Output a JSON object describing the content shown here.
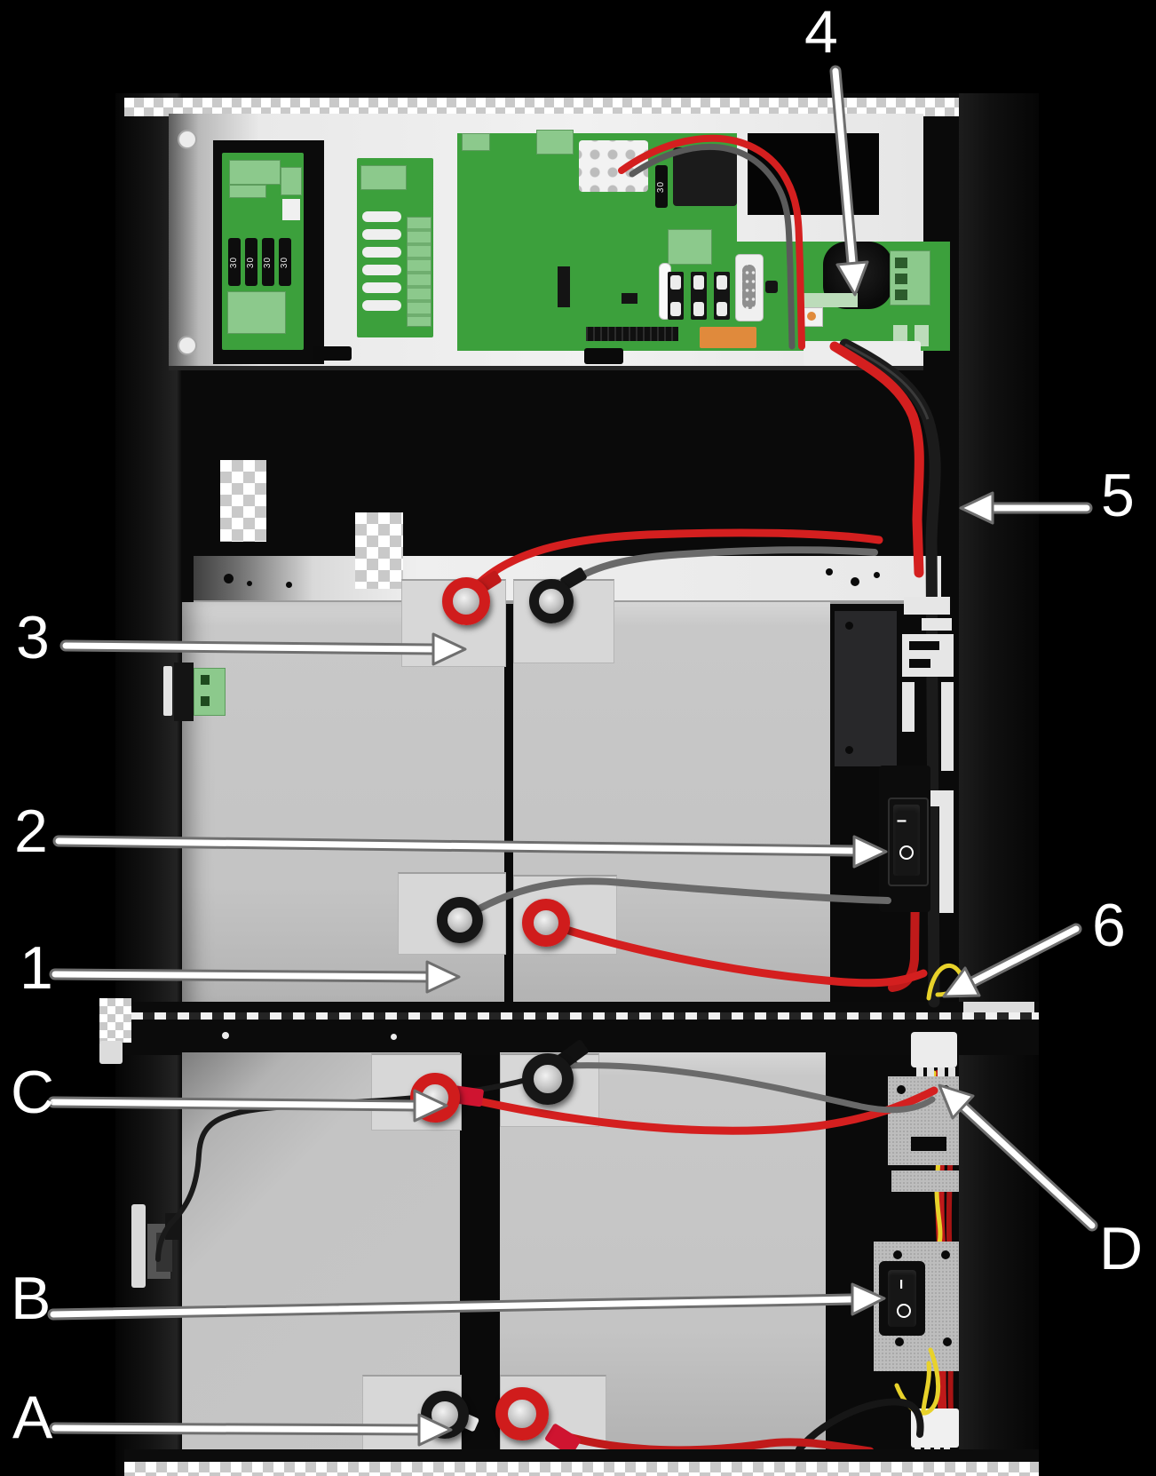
{
  "figure": {
    "kind": "equipment-cabinet-exploded-view",
    "description_visible_text_only": true
  },
  "callouts": [
    {
      "label": "1"
    },
    {
      "label": "2"
    },
    {
      "label": "3"
    },
    {
      "label": "4"
    },
    {
      "label": "5"
    },
    {
      "label": "6"
    },
    {
      "label": "A"
    },
    {
      "label": "B"
    },
    {
      "label": "C"
    },
    {
      "label": "D"
    }
  ],
  "pcb": {
    "fuse_labels": [
      "30",
      "30",
      "30",
      "30"
    ],
    "main_fuse_label": "30"
  },
  "switches": {
    "upper": {
      "top_mark": "I",
      "bottom_mark": "O"
    },
    "lower": {
      "top_mark": "I",
      "bottom_mark": "O"
    }
  },
  "colors": {
    "background": "#000000",
    "pcb_green": "#3ca03c",
    "terminal_block_green": "#8cc98c",
    "relay_orange": "#e08a3c",
    "battery_gray": "#c7c7c7",
    "chassis_white": "#ececec",
    "wire_red": "#d41f1f",
    "wire_yellow": "#e8d22a",
    "callout_white": "#ffffff"
  }
}
